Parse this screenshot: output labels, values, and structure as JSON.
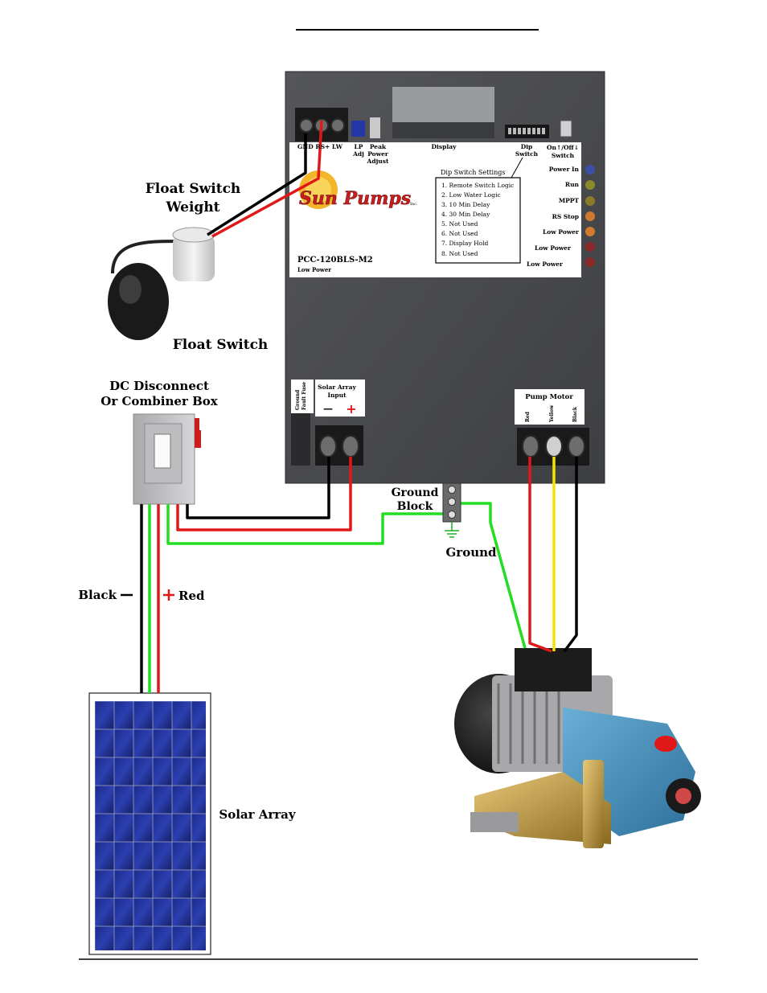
{
  "labels": {
    "float_switch_weight_line1": "Float Switch",
    "float_switch_weight_line2": "Weight",
    "float_switch": "Float Switch",
    "dc_disconnect_line1": "DC Disconnect",
    "dc_disconnect_line2": "Or Combiner Box",
    "black": "Black",
    "red": "Red",
    "ground_block_line1": "Ground",
    "ground_block_line2": "Block",
    "ground": "Ground",
    "solar_array": "Solar Array"
  },
  "controller": {
    "top_terminals": "GND RS+ LW",
    "lp_adj_line1": "LP",
    "lp_adj_line2": "Adj",
    "peak_line1": "Peak",
    "peak_line2": "Power",
    "peak_line3": "Adjust",
    "display": "Display",
    "dip_line1": "Dip",
    "dip_line2": "Switch",
    "onoff_line1": "On↑/Off↓",
    "onoff_line2": "Switch",
    "brand": "Sun Pumps",
    "brand_inc": "Inc.",
    "model": "PCC-120BLS-M2",
    "model_sub": "Low Power",
    "dip_settings_title": "Dip Switch Settings",
    "dip_settings": [
      "1. Remote Switch Logic",
      "2. Low Water Logic",
      "3. 10 Min Delay",
      "4. 30 Min Delay",
      "5. Not Used",
      "6. Not Used",
      "7. Display Hold",
      "8. Not Used"
    ],
    "leds": [
      {
        "label": "Power In",
        "color": "#3a4fa8"
      },
      {
        "label": "Run",
        "color": "#8a8a2a"
      },
      {
        "label": "MPPT",
        "color": "#8a7a2a"
      },
      {
        "label": "RS Stop",
        "color": "#d07a30"
      },
      {
        "label": "Low Power",
        "color": "#d07a30"
      },
      {
        "label": "Low Power",
        "color": "#8a2a2a"
      },
      {
        "label": "Low Power",
        "color": "#8a2a2a"
      }
    ],
    "gff_line1": "Ground",
    "gff_line2": "Fault Fuse",
    "solar_input_line1": "Solar Array",
    "solar_input_line2": "Input",
    "minus": "—",
    "plus": "+",
    "pump_motor": "Pump Motor",
    "pump_wires": [
      "Red",
      "Yellow",
      "Black"
    ]
  },
  "colors": {
    "wire_black": "#000000",
    "wire_red": "#e01818",
    "wire_green": "#22dd22",
    "wire_yellow": "#f2e600",
    "controller_body": "#4a4b4e"
  }
}
